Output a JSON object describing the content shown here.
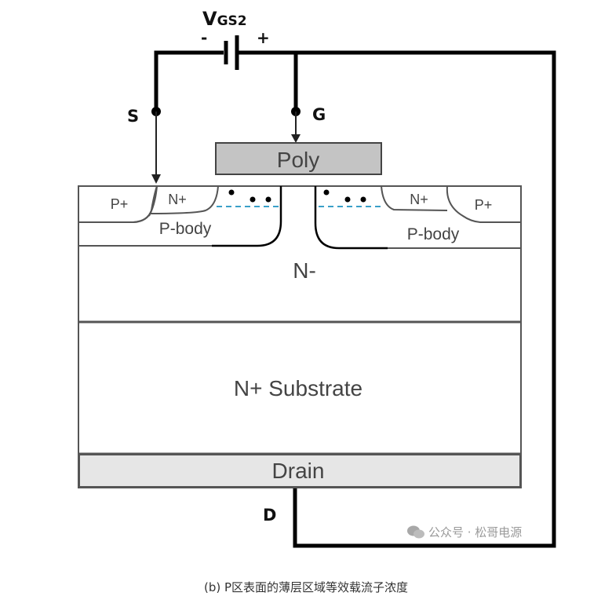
{
  "diagram": {
    "voltage_source": {
      "label_main": "V",
      "label_sub": "GS2",
      "minus": "-",
      "plus": "+"
    },
    "terminals": {
      "source": "S",
      "gate": "G",
      "drain": "D"
    },
    "regions": {
      "poly": "Poly",
      "p_plus_left": "P+",
      "n_plus_left": "N+",
      "p_body_left": "P-body",
      "n_plus_right": "N+",
      "p_plus_right": "P+",
      "p_body_right": "P-body",
      "n_minus": "N-",
      "n_plus_substrate": "N+ Substrate",
      "drain_layer": "Drain"
    },
    "colors": {
      "wire": "#000000",
      "poly_fill": "#c4c4c4",
      "drain_fill": "#e6e6e6",
      "inversion_layer": "#3aa0c8",
      "outline": "#555555"
    }
  },
  "watermark": {
    "text": "公众号 · 松哥电源",
    "icon": "wechat-icon"
  },
  "caption": "(b)  P区表面的薄层区域等效载流子浓度"
}
